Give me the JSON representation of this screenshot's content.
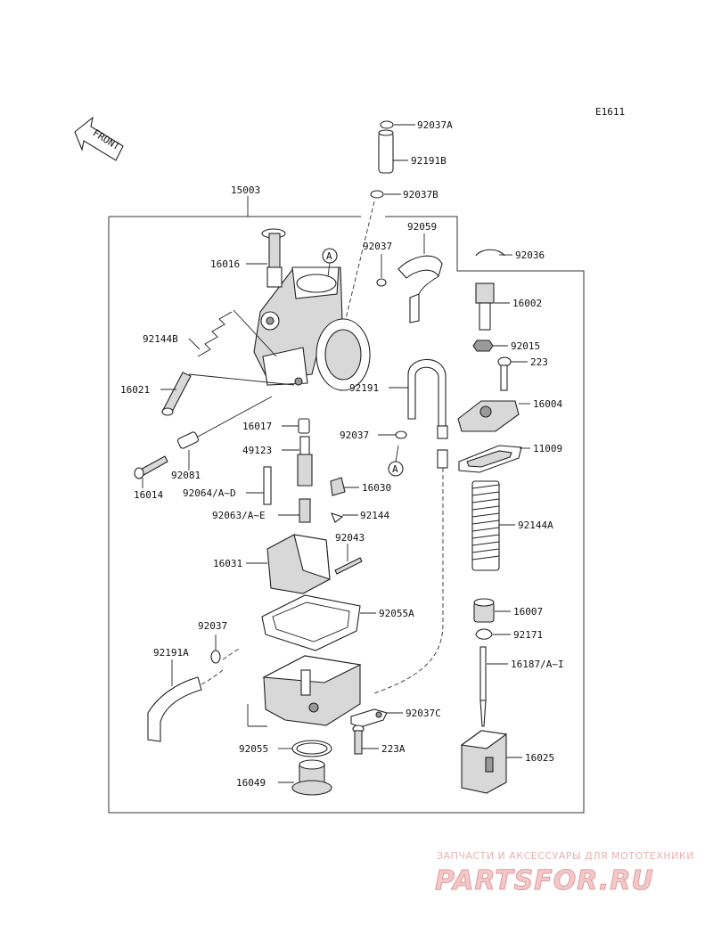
{
  "diagram": {
    "code": "E1611",
    "front_label": "FRONT",
    "assembly_label": "15003",
    "ref_marker": "A",
    "parts": {
      "p92037A": "92037A",
      "p92191B": "92191B",
      "p92037B": "92037B",
      "p92037_top": "92037",
      "p92059": "92059",
      "p92036": "92036",
      "p16016": "16016",
      "p16002": "16002",
      "p92015": "92015",
      "p223": "223",
      "p92144B": "92144B",
      "p92191": "92191",
      "p16004": "16004",
      "p16021": "16021",
      "p16017": "16017",
      "p92037_mid": "92037",
      "p49123": "49123",
      "p11009": "11009",
      "p92081": "92081",
      "p16014": "16014",
      "p92064": "92064/A~D",
      "p16030": "16030",
      "p92063": "92063/A~E",
      "p92144": "92144",
      "p92144A": "92144A",
      "p92043": "92043",
      "p16031": "16031",
      "p92055A": "92055A",
      "p16007": "16007",
      "p92037_low": "92037",
      "p92171": "92171",
      "p92191A": "92191A",
      "p16187": "16187/A~I",
      "p92037C": "92037C",
      "p92055": "92055",
      "p223A": "223A",
      "p16025": "16025",
      "p16049": "16049"
    }
  },
  "watermark": {
    "tagline": "ЗАПЧАСТИ И АКСЕССУАРЫ ДЛЯ МОТОТЕХНИКИ",
    "brand": "PARTSFOR.RU"
  }
}
